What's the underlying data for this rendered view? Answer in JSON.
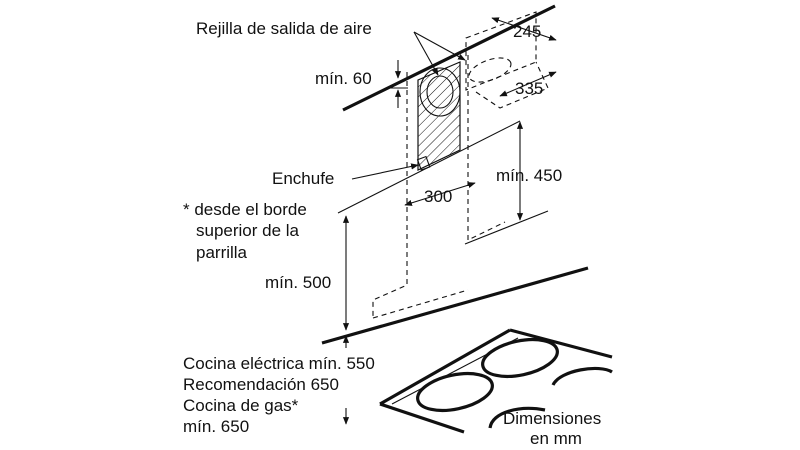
{
  "labels": {
    "air_outlet": "Rejilla de salida de aire",
    "min60": "mín. 60",
    "dim245": "245",
    "dim335": "335",
    "plug": "Enchufe",
    "dim300": "300",
    "min450": "mín. 450",
    "note_line1": "* desde el borde",
    "note_line2": "superior de la",
    "note_line3": "parrilla",
    "min500": "mín. 500",
    "electric": "Cocina eléctrica mín. 550",
    "recommendation": "Recomendación 650",
    "gas": "Cocina de gas*",
    "gas_min": "mín. 650",
    "dims_line1": "Dimensiones",
    "dims_line2": "en mm"
  }
}
